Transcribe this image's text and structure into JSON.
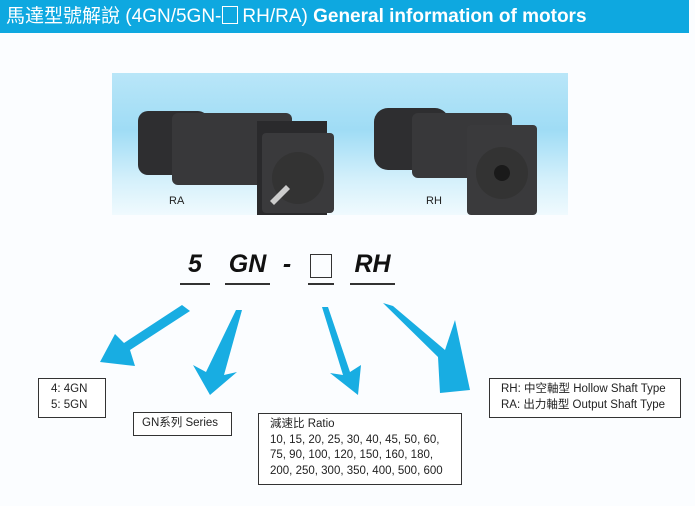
{
  "title": {
    "chinese": "馬達型號解說",
    "prefix": "(4GN/5GN-",
    "suffix": "RH/RA)",
    "english": "General information of motors"
  },
  "photo": {
    "left_label": "RA",
    "right_label": "RH"
  },
  "code": {
    "voltage": "5",
    "series": "GN",
    "dash": "-",
    "type": "RH"
  },
  "boxes": {
    "size": [
      "4: 4GN",
      "5: 5GN"
    ],
    "series": "GN系列 Series",
    "ratio": {
      "heading": "減速比 Ratio",
      "lines": [
        "10, 15, 20, 25, 30, 40, 45, 50, 60,",
        "75, 90, 100, 120, 150, 160, 180,",
        "200, 250, 300, 350, 400, 500, 600"
      ]
    },
    "shaft": [
      "RH: 中空軸型 Hollow Shaft Type",
      "RA: 出力軸型 Output Shaft Type"
    ]
  },
  "colors": {
    "accent": "#0ea8e0"
  }
}
